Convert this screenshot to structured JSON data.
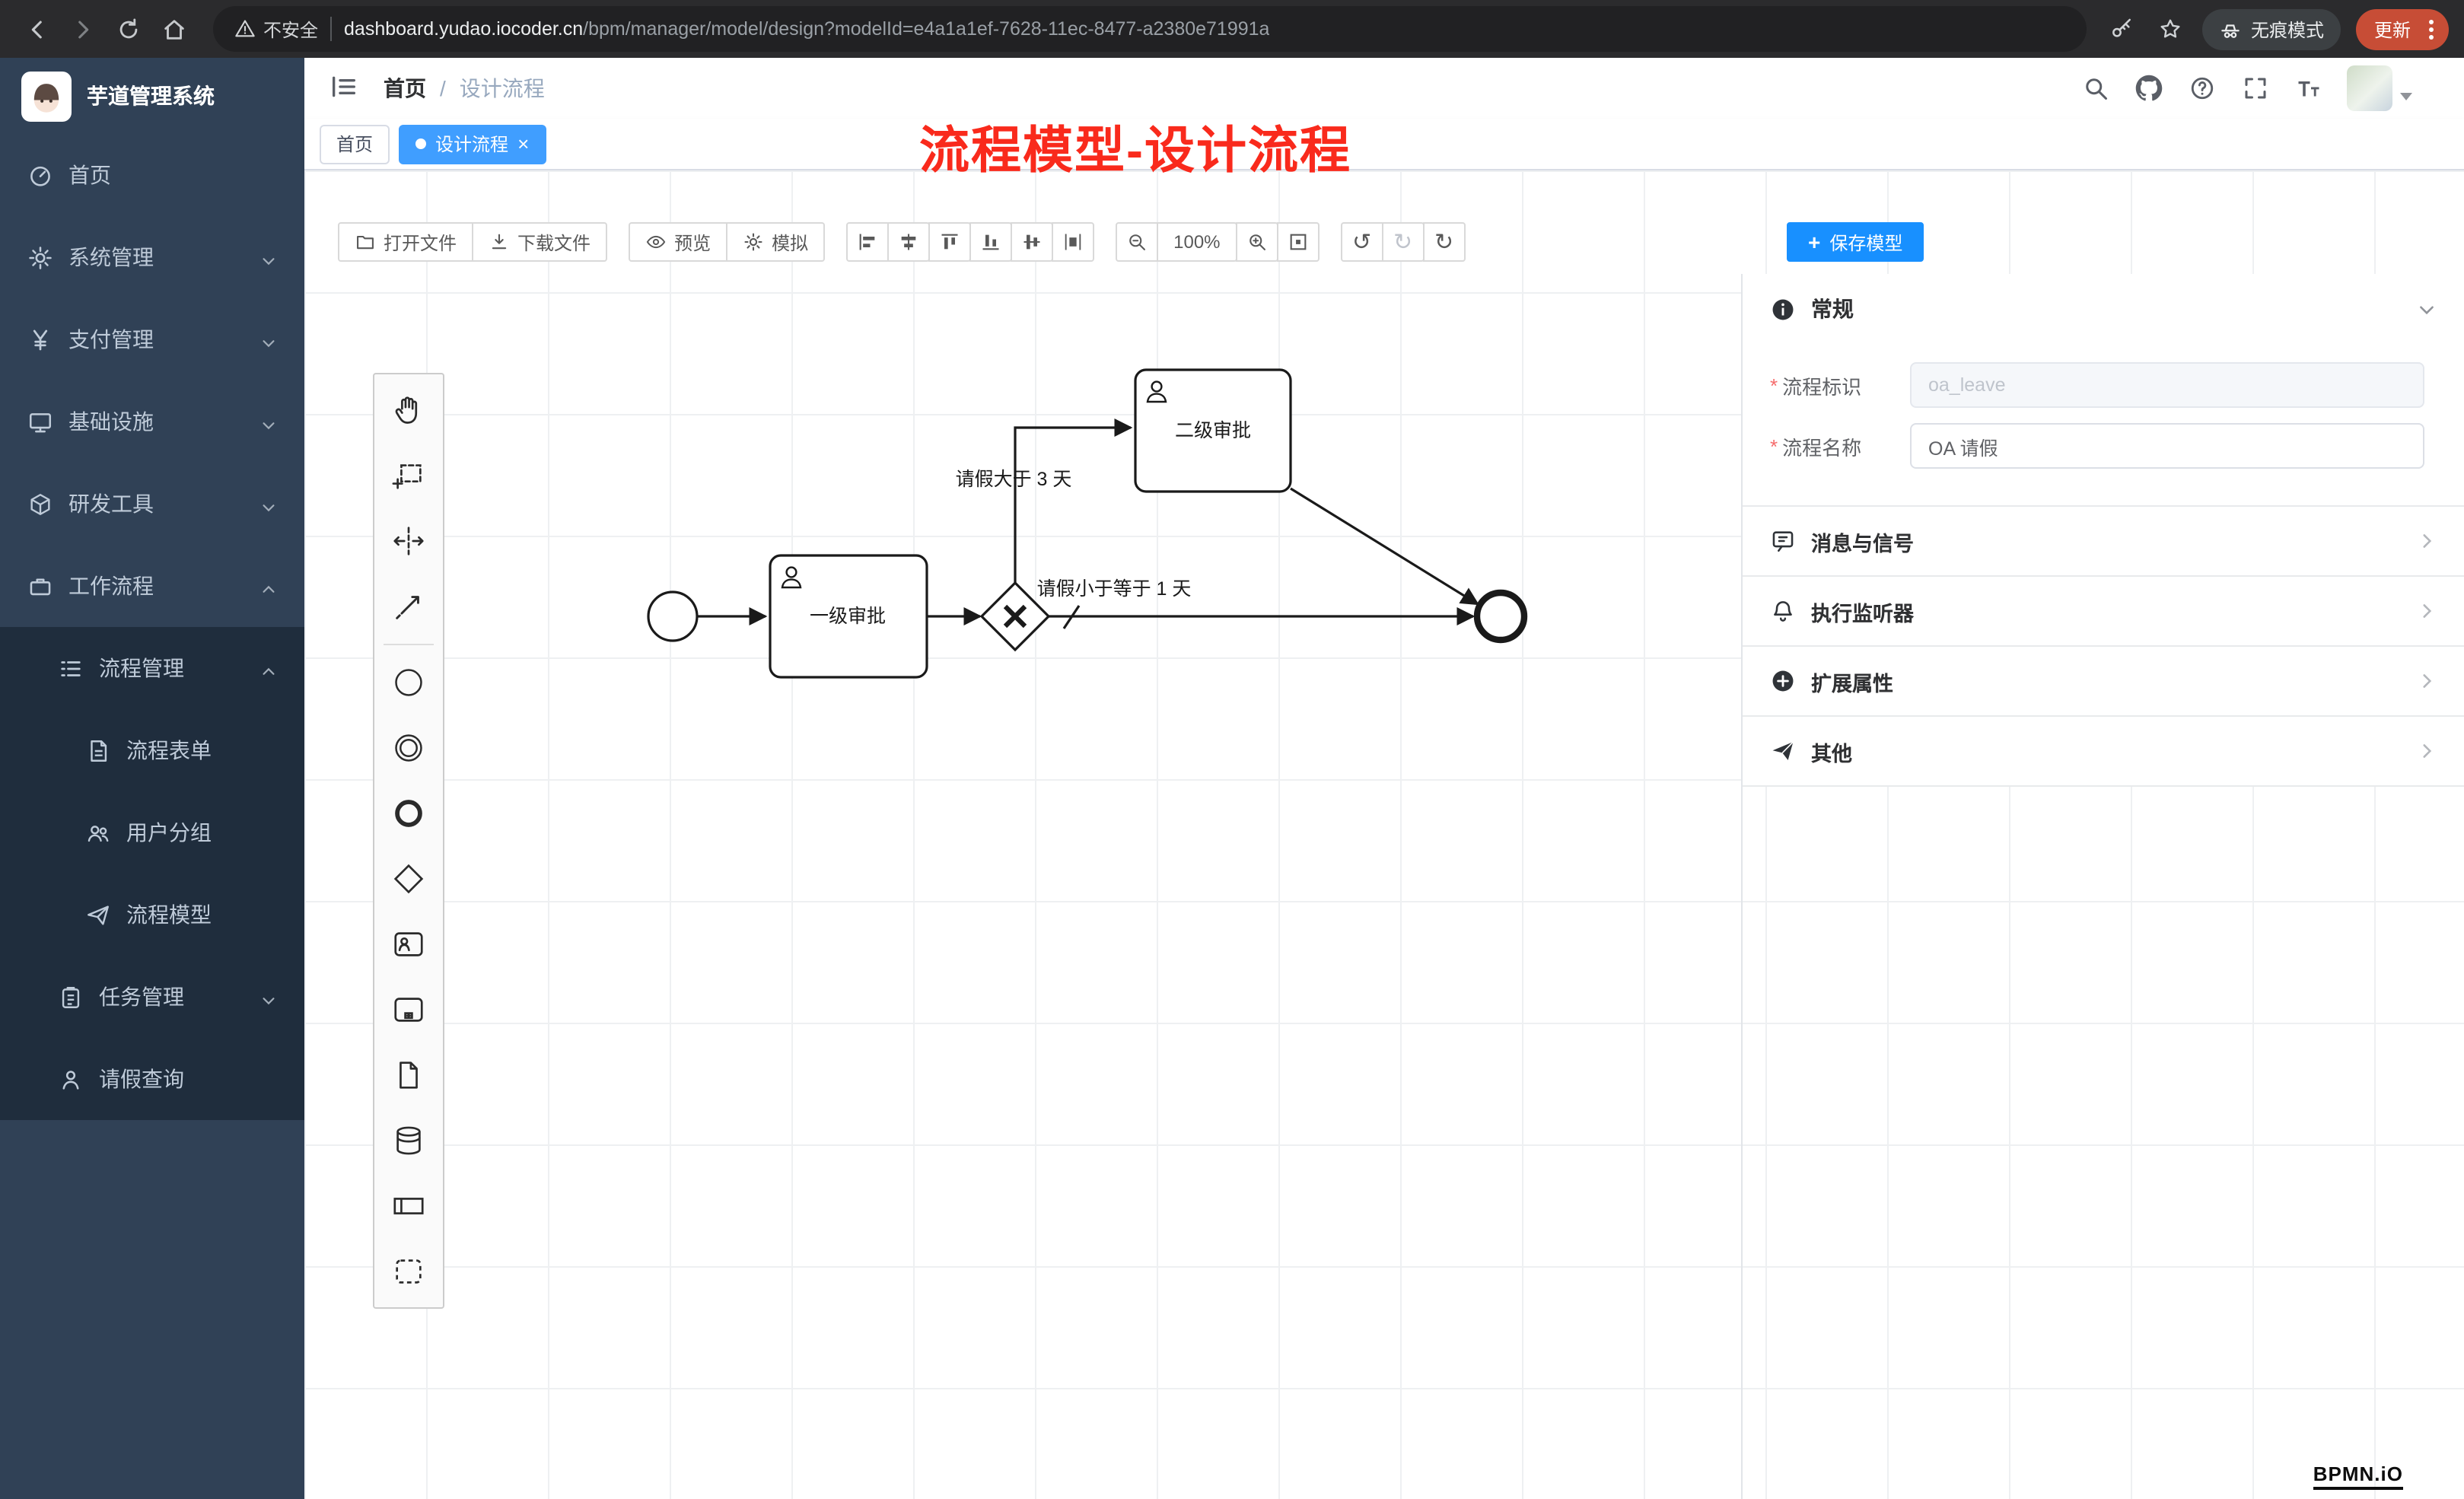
{
  "browser": {
    "security_label": "不安全",
    "url_domain": "dashboard.yudao.iocoder.cn",
    "url_path": "/bpm/manager/model/design?modelId=e4a1a1ef-7628-11ec-8477-a2380e71991a",
    "incognito_label": "无痕模式",
    "update_label": "更新"
  },
  "brand": {
    "title": "芋道管理系统"
  },
  "header": {
    "breadcrumb_home": "首页",
    "breadcrumb_sep": "/",
    "breadcrumb_current": "设计流程"
  },
  "tabs": {
    "home": "首页",
    "active": "设计流程",
    "close": "×"
  },
  "overlay_title": "流程模型-设计流程",
  "sidebar": {
    "items": [
      {
        "label": "首页"
      },
      {
        "label": "系统管理"
      },
      {
        "label": "支付管理"
      },
      {
        "label": "基础设施"
      },
      {
        "label": "研发工具"
      },
      {
        "label": "工作流程",
        "children": [
          {
            "label": "流程管理",
            "children": [
              {
                "label": "流程表单"
              },
              {
                "label": "用户分组"
              },
              {
                "label": "流程模型"
              }
            ]
          },
          {
            "label": "任务管理"
          },
          {
            "label": "请假查询"
          }
        ]
      }
    ]
  },
  "toolbar": {
    "open_file": "打开文件",
    "download_file": "下载文件",
    "preview": "预览",
    "simulate": "模拟",
    "zoom_level": "100%",
    "save_model": "保存模型"
  },
  "palette_tools": [
    "hand-tool",
    "lasso-tool",
    "space-tool",
    "global-connect-tool",
    "start-event",
    "intermediate-event",
    "end-event",
    "exclusive-gateway",
    "user-task",
    "subprocess",
    "data-object",
    "data-store",
    "participant",
    "group"
  ],
  "properties": {
    "general_title": "常规",
    "process_key": {
      "label": "流程标识",
      "value": "oa_leave"
    },
    "process_name": {
      "label": "流程名称",
      "value": "OA 请假"
    },
    "sections": [
      {
        "label": "消息与信号"
      },
      {
        "label": "执行监听器"
      },
      {
        "label": "扩展属性"
      },
      {
        "label": "其他"
      }
    ]
  },
  "diagram": {
    "task_level1": "一级审批",
    "task_level2": "二级审批",
    "flow_gt3": "请假大于 3 天",
    "flow_le1": "请假小于等于 1 天",
    "engine_logo": "BPMN.iO"
  }
}
